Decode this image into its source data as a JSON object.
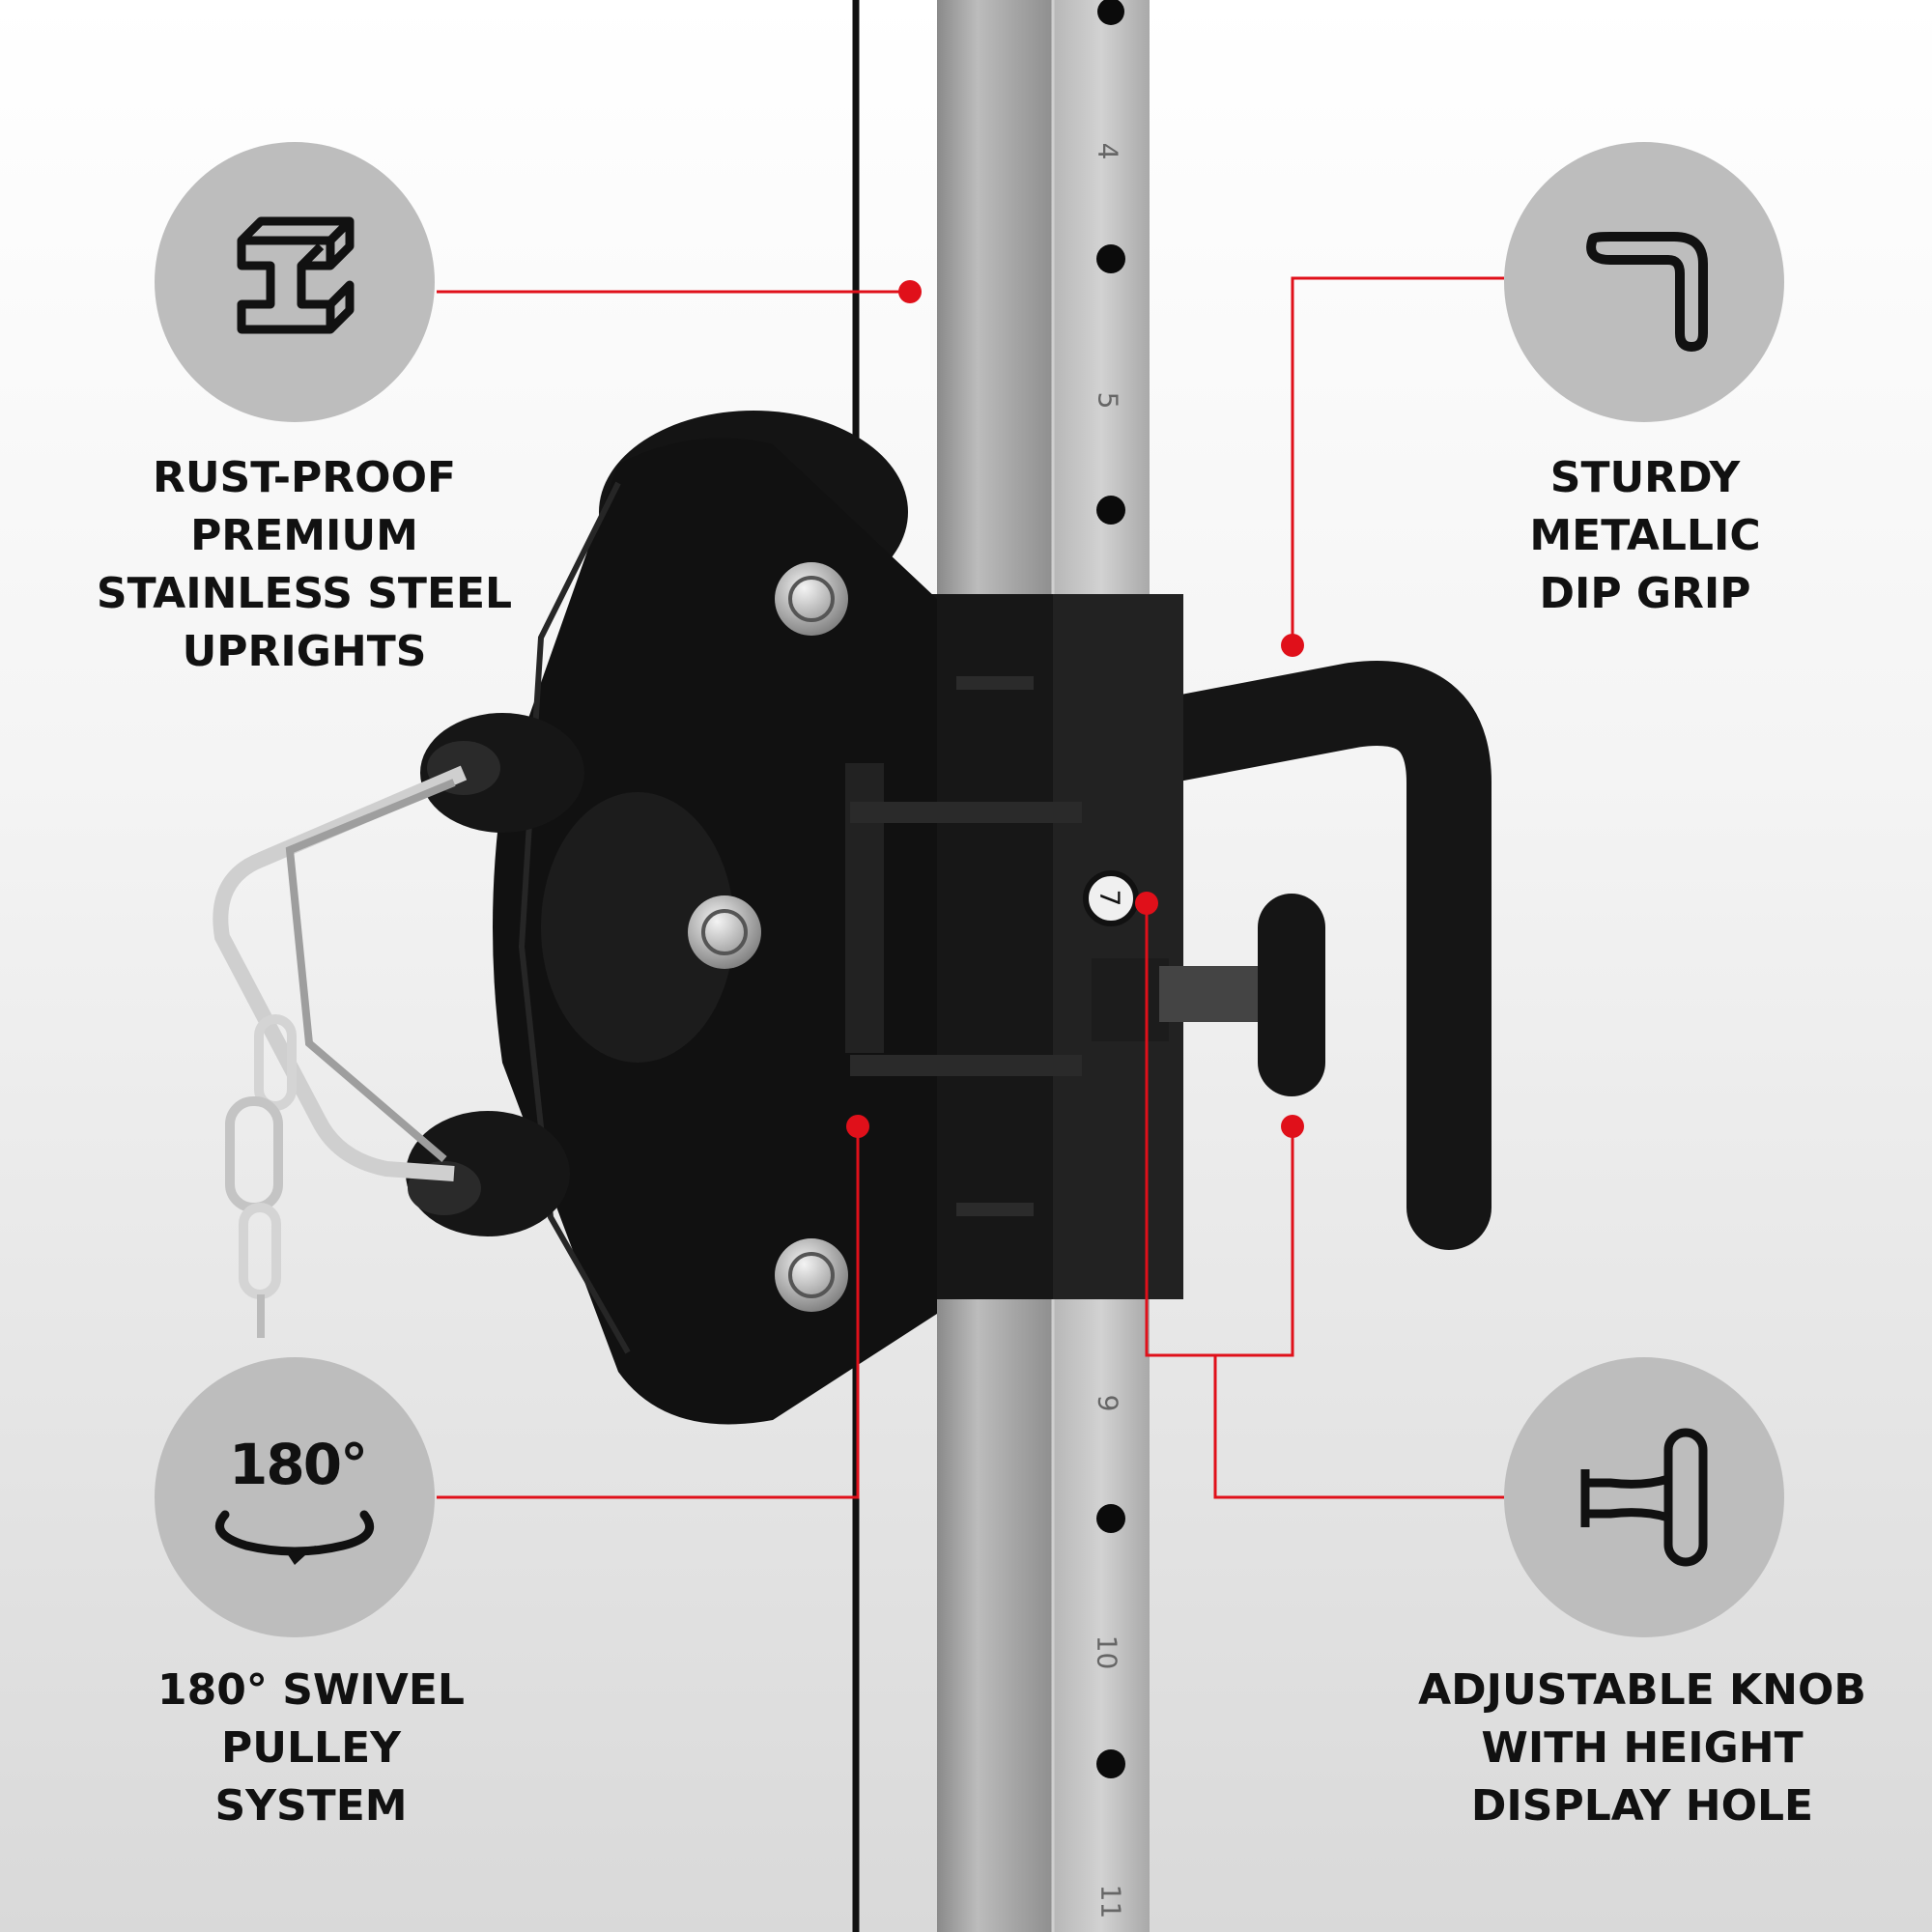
{
  "features": [
    {
      "lines": [
        "RUST-PROOF",
        "PREMIUM",
        "STAINLESS STEEL",
        "UPRIGHTS"
      ],
      "icon": "steel-beam-icon"
    },
    {
      "lines": [
        "STURDY",
        "METALLIC",
        "DIP GRIP"
      ],
      "icon": "dip-grip-icon"
    },
    {
      "lines": [
        "180° SWIVEL",
        "PULLEY",
        "SYSTEM"
      ],
      "icon": "swivel-180-icon",
      "icon_text": "180°"
    },
    {
      "lines": [
        "ADJUSTABLE KNOB",
        "WITH HEIGHT",
        "DISPLAY HOLE"
      ],
      "icon": "knob-icon"
    }
  ],
  "upright_numbers": [
    "4",
    "5",
    "7",
    "9",
    "10",
    "11"
  ],
  "colors": {
    "accent": "#e0101a",
    "badge": "#bdbdbd",
    "steel": "#a6a6a6",
    "hardware": "#111111",
    "text": "#111111"
  }
}
